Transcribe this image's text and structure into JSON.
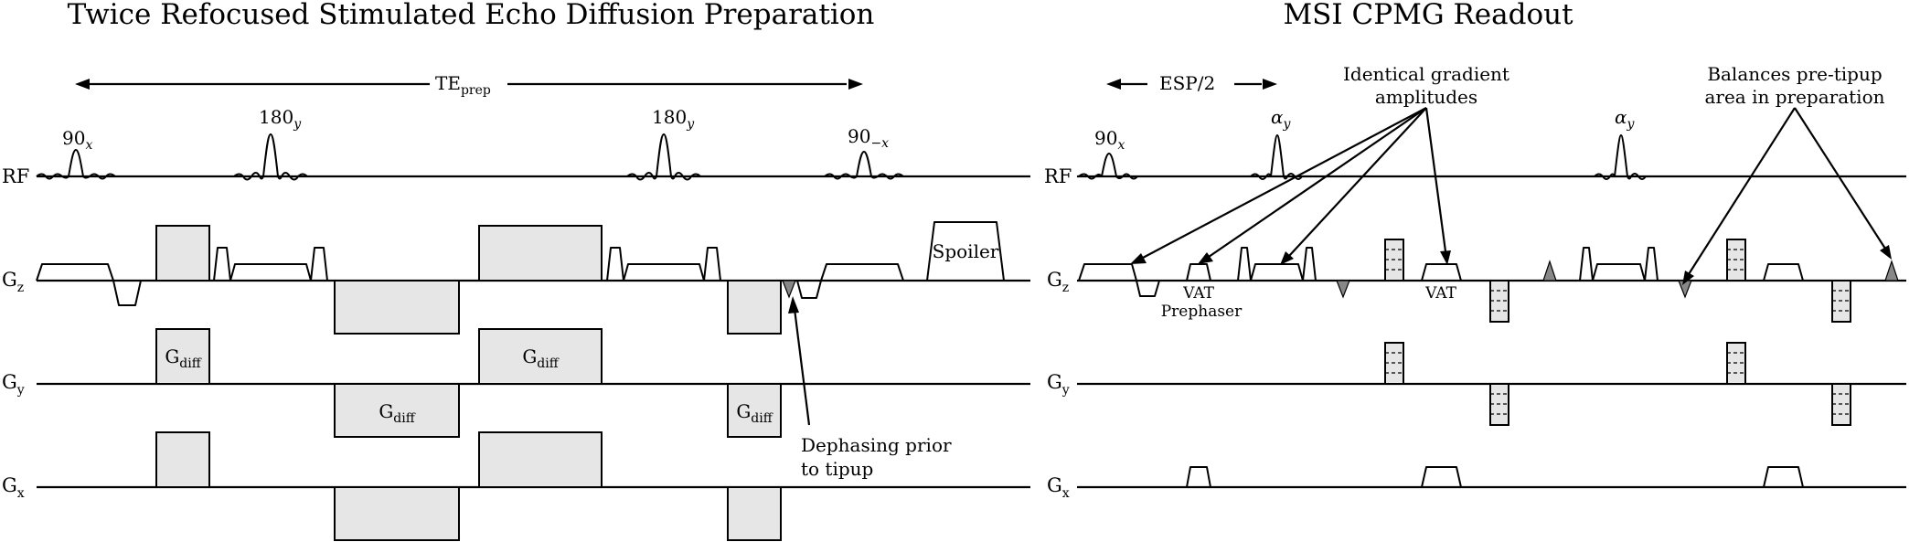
{
  "titles": {
    "left": "Twice Refocused Stimulated Echo Diffusion Preparation",
    "right": "MSI CPMG Readout"
  },
  "axes": {
    "rf": "RF",
    "gz_main": "G",
    "gz_sub": "z",
    "gy_main": "G",
    "gy_sub": "y",
    "gx_main": "G",
    "gx_sub": "x"
  },
  "pulses": {
    "p1_main": "90",
    "p1_sub": "x",
    "p2_main": "180",
    "p2_sub": "y",
    "p3_main": "180",
    "p3_sub": "y",
    "p4_main": "90",
    "p4_sub": "−x",
    "r1_main": "90",
    "r1_sub": "x",
    "r2_main": "α",
    "r2_sub": "y",
    "r3_main": "α",
    "r3_sub": "y"
  },
  "timing": {
    "te_main": "TE",
    "te_sub": "prep",
    "esp": "ESP/2"
  },
  "gradients": {
    "gdiff_main": "G",
    "gdiff_sub": "diff",
    "spoiler": "Spoiler",
    "vat": "VAT",
    "prephaser": "Prephaser"
  },
  "annotations": {
    "identical_line1": "Identical gradient",
    "identical_line2": "amplitudes",
    "balances_line1": "Balances pre-tipup",
    "balances_line2": "area in preparation",
    "dephasing_line1": "Dephasing prior",
    "dephasing_line2": "to tipup"
  }
}
